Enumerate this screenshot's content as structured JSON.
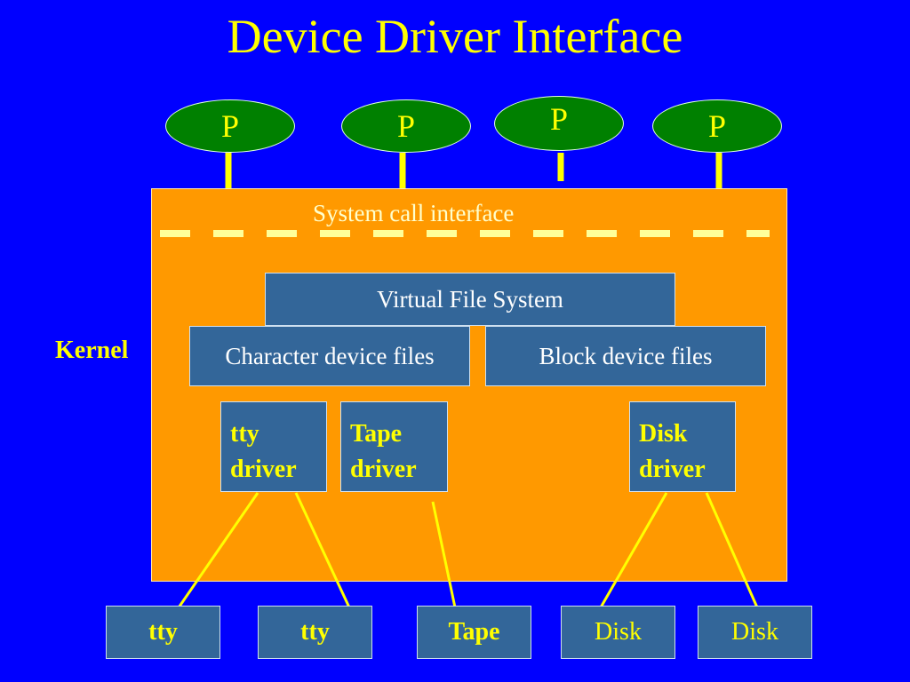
{
  "title": "Device Driver Interface",
  "processes": [
    "P",
    "P",
    "P",
    "P"
  ],
  "kernel": {
    "label": "Kernel",
    "system_call_label": "System call interface",
    "vfs": "Virtual File System",
    "char_files": "Character device files",
    "block_files": "Block device files",
    "drivers": {
      "tty": [
        "tty",
        "driver"
      ],
      "tape": [
        "Tape",
        "driver"
      ],
      "disk": [
        "Disk",
        "driver"
      ]
    }
  },
  "devices": [
    "tty",
    "tty",
    "Tape",
    "Disk",
    "Disk"
  ],
  "colors": {
    "background": "#0000ff",
    "kernel": "#ff9900",
    "box": "#336699",
    "process": "#008000",
    "accent": "#ffff00"
  }
}
